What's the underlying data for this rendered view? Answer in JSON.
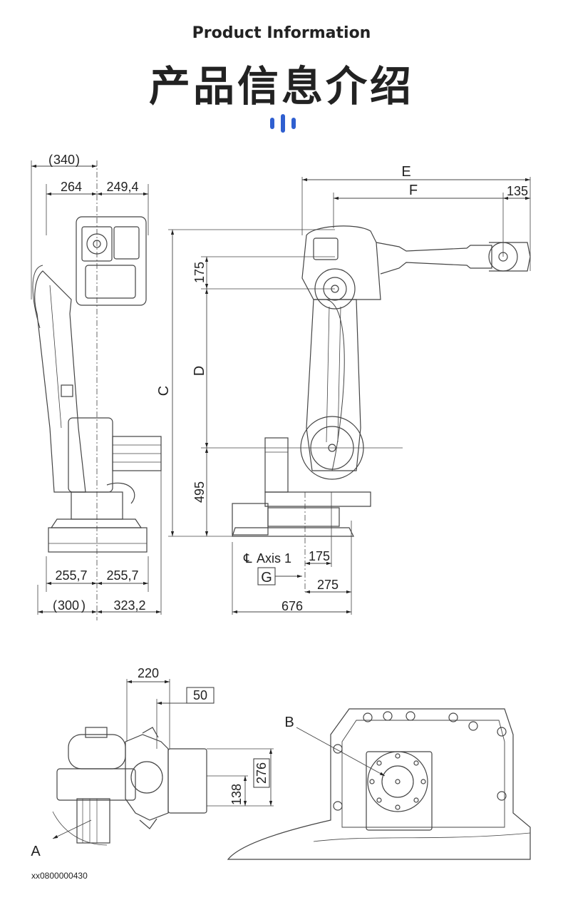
{
  "header": {
    "subtitle": "Product Information",
    "title": "产品信息介绍"
  },
  "colors": {
    "accent": "#2f5fd0",
    "line": "#333333"
  },
  "side_view": {
    "dim_top_overall": "340",
    "dim_top_left": "264",
    "dim_top_right": "249,4",
    "dim_bottom_left": "255,7",
    "dim_bottom_right": "255,7",
    "dim_base_left": "300",
    "dim_base_right": "323,2"
  },
  "front_view": {
    "label_e": "E",
    "label_f": "F",
    "dim_135": "135",
    "label_c": "C",
    "label_d": "D",
    "dim_175_vertical": "175",
    "dim_495": "495",
    "axis_label": "Axis 1",
    "dim_175_horizontal": "175",
    "label_g": "G",
    "dim_275": "275",
    "dim_676": "676"
  },
  "top_view": {
    "dim_220": "220",
    "dim_50": "50",
    "dim_276": "276",
    "dim_138": "138",
    "label_a": "A"
  },
  "detail_view": {
    "label_b": "B"
  },
  "figure_code": "xx0800000430"
}
